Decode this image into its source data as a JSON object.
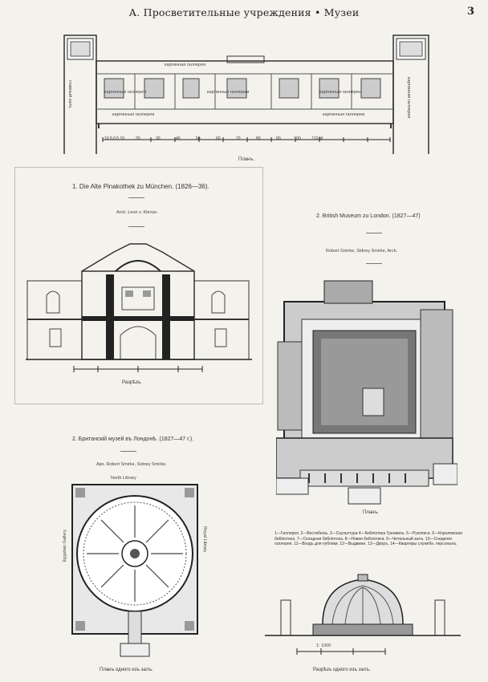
{
  "header": {
    "title": "А. Просветительные учреждения • Музеи",
    "page_number": "3"
  },
  "pinakothek": {
    "plan_caption": "Планъ.",
    "gallery_labels": [
      "картинныя галлереи",
      "картинныя галлереи",
      "картинныя галлереи",
      "картинная галлерея",
      "картинныя галлереи",
      "картинныя галлереи"
    ],
    "side_labels": [
      "главный залъ",
      "картинная галлерея"
    ],
    "title": "1. Die Alte Pinakothek zu München. (1826—36).",
    "architect": "Arch. Leon v. Klenze.",
    "section_caption": "Разрѣзъ.",
    "scale_ticks": [
      "10",
      "5",
      "0",
      "5",
      "10",
      "20",
      "30",
      "40",
      "50",
      "60",
      "70",
      "80",
      "90",
      "100",
      "110"
    ],
    "scale_unit": "М."
  },
  "british_museum": {
    "title": "2. British Museum zu London. (1827—47)",
    "architect": "Robert Smirke, Sidney Smirke, Arch.",
    "plan_caption": "Планъ.",
    "legend": "1—Галлерея. 2—Вестибюль. 3—Скульптура 4—Библіотека Гренвиль. 5—Рукописи. 6—Королевская библіотека. 7—Складная библіотека. 8—Новая библіотека. 9—Читальный залъ. 10—Соединит. галлерея. 11—Входъ для публики. 12—Выдвижн. 13—Дворъ. 14—Квартиры служебн. персонала.",
    "ru_title": "2. Британскій музей въ Лондонѣ. (1827—47 г.).",
    "ru_architect": "Арх. Robert Smirke, Sidney Smirke.",
    "reading_room_plan_caption": "Планъ одного изъ залъ.",
    "reading_room_section_caption": "Разрѣзъ одного изъ залъ.",
    "top_label": "North Library",
    "left_label": "Egyptian Gallery",
    "right_label": "Royal Library",
    "section_scale": "1: 1000"
  }
}
